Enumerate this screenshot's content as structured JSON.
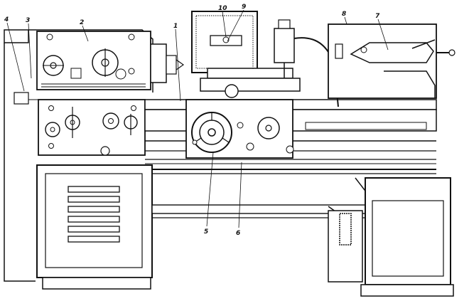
{
  "diagram": {
    "callouts": [
      {
        "id": "c1",
        "text": "1"
      },
      {
        "id": "c2",
        "text": "2"
      },
      {
        "id": "c3",
        "text": "3"
      },
      {
        "id": "c4",
        "text": "4"
      },
      {
        "id": "c5",
        "text": "5"
      },
      {
        "id": "c6",
        "text": "6"
      },
      {
        "id": "c7",
        "text": "7"
      },
      {
        "id": "c8",
        "text": "8"
      },
      {
        "id": "c9",
        "text": "9"
      },
      {
        "id": "c10",
        "text": "10"
      }
    ]
  },
  "colors": {
    "ink": "#111111",
    "paper": "#ffffff"
  }
}
